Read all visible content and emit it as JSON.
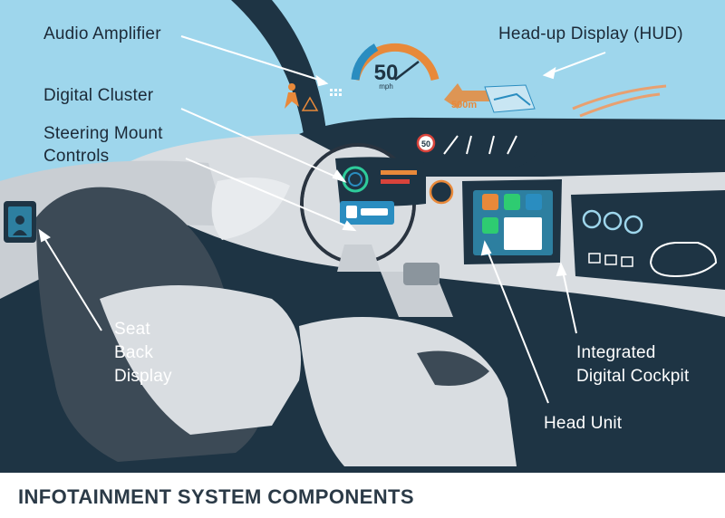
{
  "labels": {
    "audio_amplifier": "Audio Amplifier",
    "hud": "Head-up Display (HUD)",
    "digital_cluster": "Digital Cluster",
    "steering_line1": "Steering Mount",
    "steering_line2": "Controls",
    "seat_line1": "Seat",
    "seat_line2": "Back",
    "seat_line3": "Display",
    "cockpit_line1": "Integrated",
    "cockpit_line2": "Digital Cockpit",
    "head_unit": "Head Unit"
  },
  "hud": {
    "speed": "50",
    "speed_unit": "mph",
    "distance": "500m"
  },
  "cluster": {
    "speed_sign": "50"
  },
  "footer": {
    "title": "INFOTAINMENT SYSTEM COMPONENTS"
  },
  "colors": {
    "sky": "#9ed6ec",
    "dashboard": "#1e3444",
    "interior_light": "#d9dde1",
    "interior_dark": "#3c4a56",
    "screen": "#2d7fa0",
    "hud_orange": "#e8893a",
    "hud_blue": "#2a8dc0"
  }
}
